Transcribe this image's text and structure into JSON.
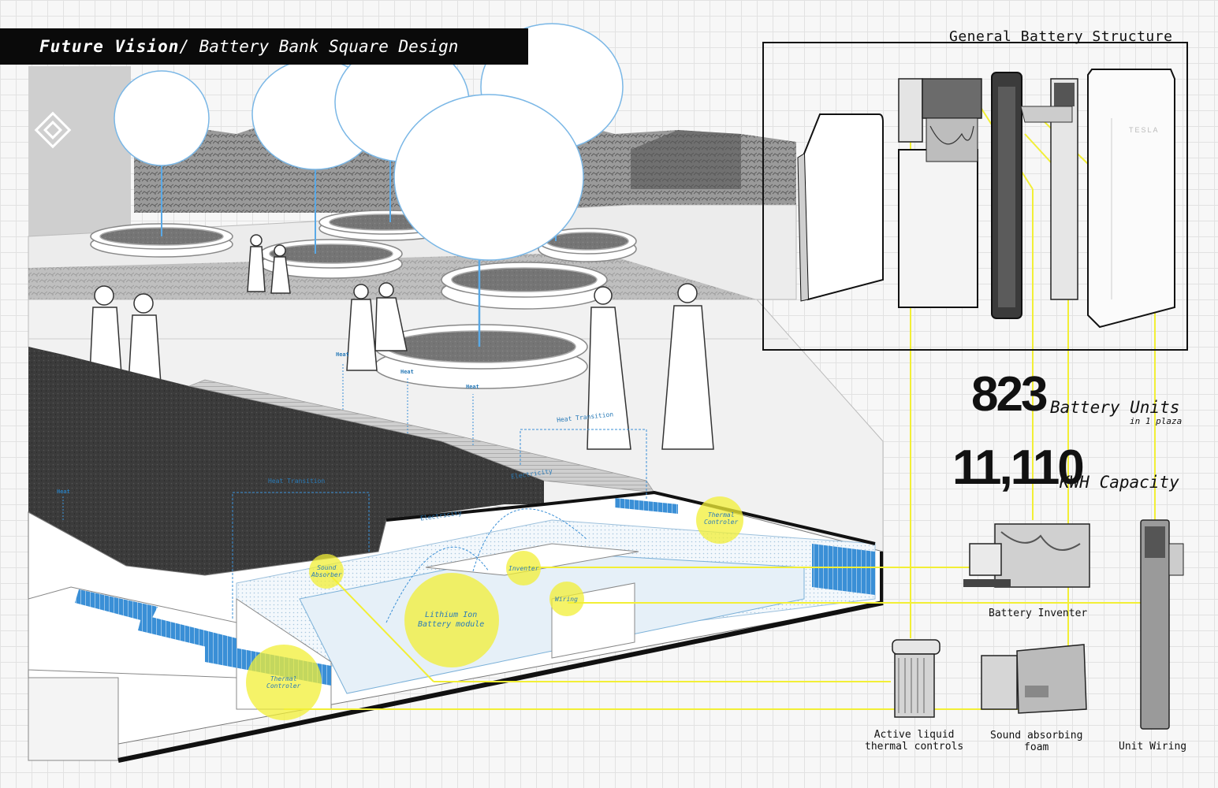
{
  "title": {
    "bold": "Future Vision",
    "rest": "/ Battery Bank Square Design"
  },
  "structure_title": "General Battery Structure",
  "stats": [
    {
      "number": "823",
      "label": "Battery Units",
      "sub": "in 1 plaza"
    },
    {
      "number": "11,110",
      "label": "KWH Capacity"
    }
  ],
  "components": {
    "inverter": "Battery Inventer",
    "thermal": [
      "Active liquid",
      "thermal controls"
    ],
    "foam": [
      "Sound absorbing",
      "foam"
    ],
    "wiring": "Unit Wiring"
  },
  "callouts": {
    "thermal_top": [
      "Thermal",
      "Controler"
    ],
    "sound_absorber": [
      "Sound",
      "Absorber"
    ],
    "inventer": "Inventer",
    "wiring": "Wiring",
    "lithium": [
      "Lithium Ion",
      "Battery module"
    ],
    "thermal_bottom": [
      "Thermal",
      "Controler"
    ]
  },
  "flows": {
    "heat": "Heat",
    "heat_transition": "Heat Transition",
    "electricity": "Electricity"
  },
  "brand": "TESLA",
  "colors": {
    "highlight": "#f2ef36",
    "water": "#3a8fd6",
    "dark": "#2a2a2a"
  }
}
